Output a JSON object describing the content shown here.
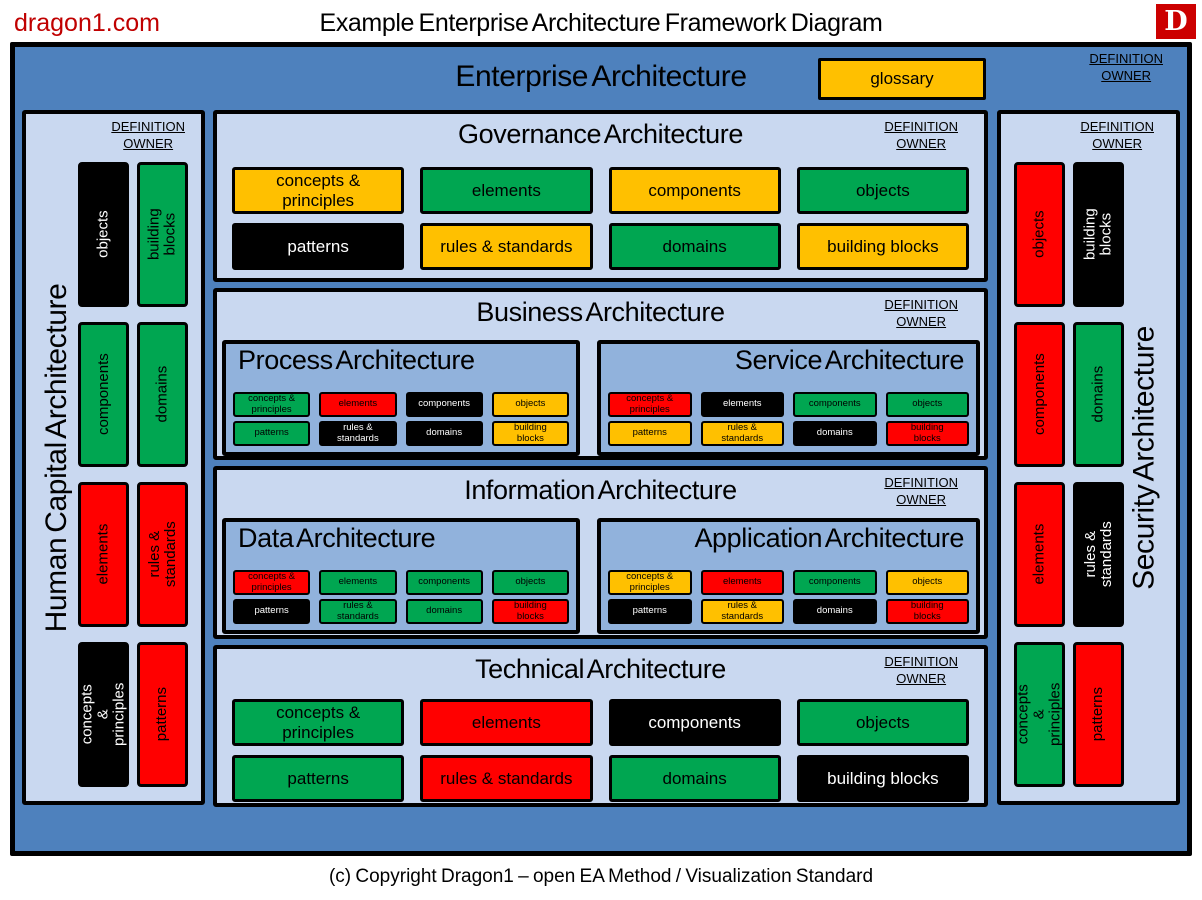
{
  "header": {
    "brand": "dragon1.com",
    "title": "Example Enterprise Architecture Framework Diagram",
    "logo_letter": "D"
  },
  "def_owner": {
    "line1": "DEFINITION",
    "line2": "OWNER"
  },
  "enterprise": {
    "title": "Enterprise Architecture",
    "glossary_label": "glossary"
  },
  "human_capital": {
    "title": "Human Capital Architecture",
    "blocks": [
      {
        "label": "objects",
        "color": "black"
      },
      {
        "label": "building blocks",
        "color": "green"
      },
      {
        "label": "components",
        "color": "green"
      },
      {
        "label": "domains",
        "color": "green"
      },
      {
        "label": "elements",
        "color": "red"
      },
      {
        "label": "rules & standards",
        "color": "red"
      },
      {
        "label": "concepts & principles",
        "color": "black"
      },
      {
        "label": "patterns",
        "color": "red"
      }
    ]
  },
  "security": {
    "title": "Security Architecture",
    "blocks": [
      {
        "label": "objects",
        "color": "red"
      },
      {
        "label": "building blocks",
        "color": "black"
      },
      {
        "label": "components",
        "color": "red"
      },
      {
        "label": "domains",
        "color": "green"
      },
      {
        "label": "elements",
        "color": "red"
      },
      {
        "label": "rules & standards",
        "color": "black"
      },
      {
        "label": "concepts & principles",
        "color": "green"
      },
      {
        "label": "patterns",
        "color": "red"
      }
    ]
  },
  "governance": {
    "title": "Governance Architecture",
    "blocks": [
      {
        "label": "concepts & principles",
        "color": "orange"
      },
      {
        "label": "elements",
        "color": "green"
      },
      {
        "label": "components",
        "color": "orange"
      },
      {
        "label": "objects",
        "color": "green"
      },
      {
        "label": "patterns",
        "color": "black"
      },
      {
        "label": "rules & standards",
        "color": "orange"
      },
      {
        "label": "domains",
        "color": "green"
      },
      {
        "label": "building blocks",
        "color": "orange"
      }
    ]
  },
  "business": {
    "title": "Business Architecture",
    "process": {
      "title": "Process Architecture",
      "blocks": [
        {
          "label": "concepts & principles",
          "color": "green"
        },
        {
          "label": "elements",
          "color": "red"
        },
        {
          "label": "components",
          "color": "black"
        },
        {
          "label": "objects",
          "color": "orange"
        },
        {
          "label": "patterns",
          "color": "green"
        },
        {
          "label": "rules & standards",
          "color": "black"
        },
        {
          "label": "domains",
          "color": "black"
        },
        {
          "label": "building blocks",
          "color": "orange"
        }
      ]
    },
    "service": {
      "title": "Service Architecture",
      "blocks": [
        {
          "label": "concepts & principles",
          "color": "red"
        },
        {
          "label": "elements",
          "color": "black"
        },
        {
          "label": "components",
          "color": "green"
        },
        {
          "label": "objects",
          "color": "green"
        },
        {
          "label": "patterns",
          "color": "orange"
        },
        {
          "label": "rules & standards",
          "color": "orange"
        },
        {
          "label": "domains",
          "color": "black"
        },
        {
          "label": "building blocks",
          "color": "red"
        }
      ]
    }
  },
  "information": {
    "title": "Information Architecture",
    "data_arch": {
      "title": "Data Architecture",
      "blocks": [
        {
          "label": "concepts & principles",
          "color": "red"
        },
        {
          "label": "elements",
          "color": "green"
        },
        {
          "label": "components",
          "color": "green"
        },
        {
          "label": "objects",
          "color": "green"
        },
        {
          "label": "patterns",
          "color": "black"
        },
        {
          "label": "rules & standards",
          "color": "green"
        },
        {
          "label": "domains",
          "color": "green"
        },
        {
          "label": "building blocks",
          "color": "red"
        }
      ]
    },
    "application": {
      "title": "Application Architecture",
      "blocks": [
        {
          "label": "concepts & principles",
          "color": "orange"
        },
        {
          "label": "elements",
          "color": "red"
        },
        {
          "label": "components",
          "color": "green"
        },
        {
          "label": "objects",
          "color": "orange"
        },
        {
          "label": "patterns",
          "color": "black"
        },
        {
          "label": "rules & standards",
          "color": "orange"
        },
        {
          "label": "domains",
          "color": "black"
        },
        {
          "label": "building blocks",
          "color": "red"
        }
      ]
    }
  },
  "technical": {
    "title": "Technical Architecture",
    "blocks": [
      {
        "label": "concepts & principles",
        "color": "green"
      },
      {
        "label": "elements",
        "color": "red"
      },
      {
        "label": "components",
        "color": "black"
      },
      {
        "label": "objects",
        "color": "green"
      },
      {
        "label": "patterns",
        "color": "green"
      },
      {
        "label": "rules & standards",
        "color": "red"
      },
      {
        "label": "domains",
        "color": "green"
      },
      {
        "label": "building blocks",
        "color": "black"
      }
    ]
  },
  "footer": {
    "text": "(c) Copyright Dragon1 – open EA Method / Visualization Standard"
  },
  "colors": {
    "frame_blue": "#4E81BD",
    "panel_blue": "#C9D8F0",
    "subpanel_blue": "#91B2DC",
    "orange": "#FFC000",
    "green": "#00A651",
    "red": "#FF0000",
    "black": "#000000",
    "brand_red": "#C00000",
    "logo_red": "#CC0000"
  }
}
